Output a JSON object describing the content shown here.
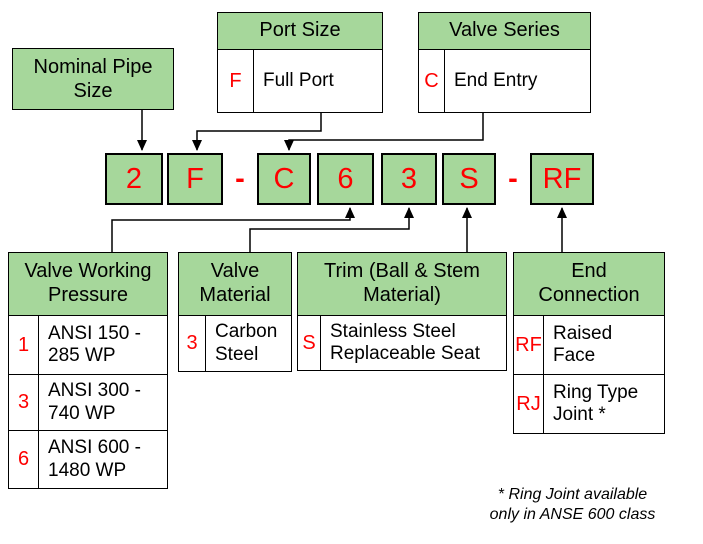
{
  "colors": {
    "green": "#a6d79b",
    "red": "#fe0000"
  },
  "legend_top": {
    "nominal_pipe_size": {
      "title": [
        "Nominal Pipe",
        "Size"
      ]
    },
    "port_size": {
      "title": "Port Size",
      "rows": [
        {
          "code": "F",
          "desc": "Full Port"
        }
      ]
    },
    "valve_series": {
      "title": "Valve Series",
      "rows": [
        {
          "code": "C",
          "desc": "End Entry"
        }
      ]
    }
  },
  "code_row": {
    "pipe_size": "2",
    "port": "F",
    "dash1": "-",
    "series": "C",
    "pressure": "6",
    "material": "3",
    "trim": "S",
    "dash2": "-",
    "end_connection": "RF"
  },
  "legend_bottom": {
    "working_pressure": {
      "title": [
        "Valve Working",
        "Pressure"
      ],
      "rows": [
        {
          "code": "1",
          "desc": [
            "ANSI 150 -",
            "285 WP"
          ]
        },
        {
          "code": "3",
          "desc": [
            "ANSI 300 -",
            "740 WP"
          ]
        },
        {
          "code": "6",
          "desc": [
            "ANSI 600 -",
            "1480 WP"
          ]
        }
      ]
    },
    "valve_material": {
      "title": [
        "Valve",
        "Material"
      ],
      "rows": [
        {
          "code": "3",
          "desc": [
            "Carbon",
            "Steel"
          ]
        }
      ]
    },
    "trim": {
      "title": [
        "Trim (Ball & Stem",
        "Material)"
      ],
      "rows": [
        {
          "code": "S",
          "desc": [
            "Stainless Steel",
            "Replaceable Seat"
          ]
        }
      ]
    },
    "end_connection": {
      "title": [
        "End",
        "Connection"
      ],
      "rows": [
        {
          "code": "RF",
          "desc": [
            "Raised",
            "Face"
          ]
        },
        {
          "code": "RJ",
          "desc": [
            "Ring Type",
            "Joint *"
          ]
        }
      ]
    }
  },
  "footnote": [
    "* Ring Joint available",
    "only in ANSE 600 class"
  ]
}
